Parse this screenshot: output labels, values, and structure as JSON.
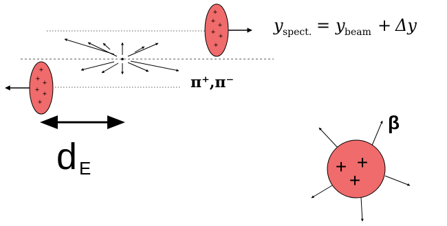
{
  "colors": {
    "nucleus_fill": "#f06b6b",
    "stroke": "#000000",
    "dotted": "#555555"
  },
  "labels": {
    "pions": "π⁺,π⁻",
    "eq_y": "y",
    "eq_spect": "spect.",
    "eq_equals": "=",
    "eq_y2": "y",
    "eq_beam": "beam",
    "eq_plus": "+",
    "eq_delta_y": "Δy",
    "d_letter": "d",
    "d_subscript": "E",
    "beta": "β"
  },
  "nuclei": {
    "top_charges": [
      "+",
      "+",
      "+",
      "+",
      "+",
      "+"
    ],
    "left_charges": [
      "+",
      "+",
      "+",
      "+",
      "+",
      "+"
    ],
    "sphere_charges": [
      "+",
      "+",
      "+"
    ]
  }
}
